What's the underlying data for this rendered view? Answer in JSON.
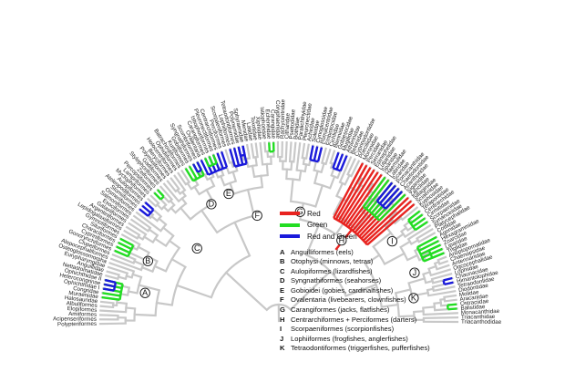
{
  "colors": {
    "branch": "#c8c8c8",
    "red": "#e8231f",
    "green": "#22dd22",
    "blue": "#1a1adb"
  },
  "tips": [
    "Polypteriformes",
    "Acipenseriformes",
    "Amiiformes",
    "Elopiformes",
    "Albuliformes",
    "Halosauridae",
    "Muraenidae",
    "Congridae",
    "Ophichthidae I",
    "Heterocongrinae",
    "Ophichthidae II",
    "Nettastomatidae",
    "Anguillidae",
    "Eurypharyngidae",
    "Osteoglossomorpha",
    "Alepocephaliformes",
    "Clupeiformes",
    "Gonorynchiformes",
    "Cypriniformes",
    "Characiformes",
    "Siluriformes",
    "Gymnotiformes",
    "Lepidogalaxiiformes",
    "Argentiniformes",
    "Galaxiiformes",
    "Esociformes",
    "Salmoniformes",
    "Osmeriformes",
    "Stomiiformes",
    "Ateleopodiformes",
    "Aulopiformes",
    "Myctophiformes",
    "Lampriformes",
    "Percopsiformes",
    "Zeiformes",
    "Stylephoriformes",
    "Gadiformes",
    "Polymixiiformes",
    "Beryciformes",
    "Holocentriformes",
    "Ophidiiformes",
    "Batrachoidiformes",
    "Kurtiformes",
    "Gobiiformes",
    "Syngnathiformes",
    "Scombriformes",
    "Ovalentaria",
    "Carangiformes",
    "Istiophoriformes",
    "Pleuronectiformes",
    "Centrarchiformes",
    "Perciformes",
    "Scorpaeniformes",
    "Lophiiformes",
    "Tetraodontiformes",
    "Polynemidae",
    "Sphyraenidae",
    "Menidae",
    "Latidae",
    "Toxotidae",
    "Xiphiidae",
    "Istiophoridae",
    "Echeneidae",
    "Carangidae",
    "Coryphaenidae",
    "Rachycentridae",
    "Citharidae",
    "Psettodidae",
    "Bothidae",
    "Paralichthyidae",
    "Pleuronectidae",
    "Achiridae",
    "Soleidae",
    "Cynoglossidae",
    "Pomacentridae",
    "Embiotocidae",
    "Cichlidae",
    "Blenniidae",
    "Gobiesocidae",
    "Mugilidae",
    "Atherinidae",
    "Belonidae",
    "Cyprinodontidae",
    "Poeciliidae",
    "Moronidae",
    "Percidae",
    "Serranidae",
    "Epinephelidae",
    "Lutjanidae",
    "Sparidae",
    "Haemulidae",
    "Labridae",
    "Scaridae",
    "Pomacanthidae",
    "Chaetodontidae",
    "Acanthuridae",
    "Siganidae",
    "Zanclidae",
    "Sillaginidae",
    "Sciaenidae",
    "Kyphosidae",
    "Terapontidae",
    "Centrarchidae",
    "Cirrhitidae",
    "Scorpaenidae",
    "Synanceiidae",
    "Platycephalidae",
    "Cottidae",
    "Agonidae",
    "Hexagrammidae",
    "Zoarcidae",
    "Liparidae",
    "Triglidae",
    "Anoplopomatidae",
    "Chaenopsidae",
    "Antennariidae",
    "Ogcocephalidae",
    "Lophiidae",
    "Chaunacidae",
    "Himantolophidae",
    "Tetraodontidae",
    "Diodontidae",
    "Molidae",
    "Aracanidae",
    "Ostraciidae",
    "Balistidae",
    "Monacanthidae",
    "Triacanthidae",
    "Triacanthodidae"
  ],
  "clade_labels": [
    "A",
    "B",
    "C",
    "D",
    "E",
    "F",
    "G",
    "H",
    "I",
    "J",
    "K"
  ],
  "legend": {
    "items": [
      {
        "label": "Red",
        "color": "#e8231f"
      },
      {
        "label": "Green",
        "color": "#22dd22"
      },
      {
        "label": "Red and Green",
        "color": "#1a1adb"
      }
    ],
    "key": [
      {
        "letter": "A",
        "text": "Anguilliformes (eels)"
      },
      {
        "letter": "B",
        "text": "Otophysi (minnows, tetras)"
      },
      {
        "letter": "C",
        "text": "Aulopiformes (lizardfishes)"
      },
      {
        "letter": "D",
        "text": "Syngnathiformes (seahorses)"
      },
      {
        "letter": "E",
        "text": "Gobioidei (gobies, cardinalfishes)"
      },
      {
        "letter": "F",
        "text": "Ovalentaria (livebearers, clownfishes)"
      },
      {
        "letter": "G",
        "text": "Carangiformes (jacks, flatfishes)"
      },
      {
        "letter": "H",
        "text": "Centrarchiformes + Perciformes (darters)"
      },
      {
        "letter": "I",
        "text": "Scorpaeniformes (scorpionfishes)"
      },
      {
        "letter": "J",
        "text": "Lophiiformes (frogfishes, anglerfishes)"
      },
      {
        "letter": "K",
        "text": "Tetraodontiformes (triggerfishes, pufferfishes)"
      }
    ]
  }
}
